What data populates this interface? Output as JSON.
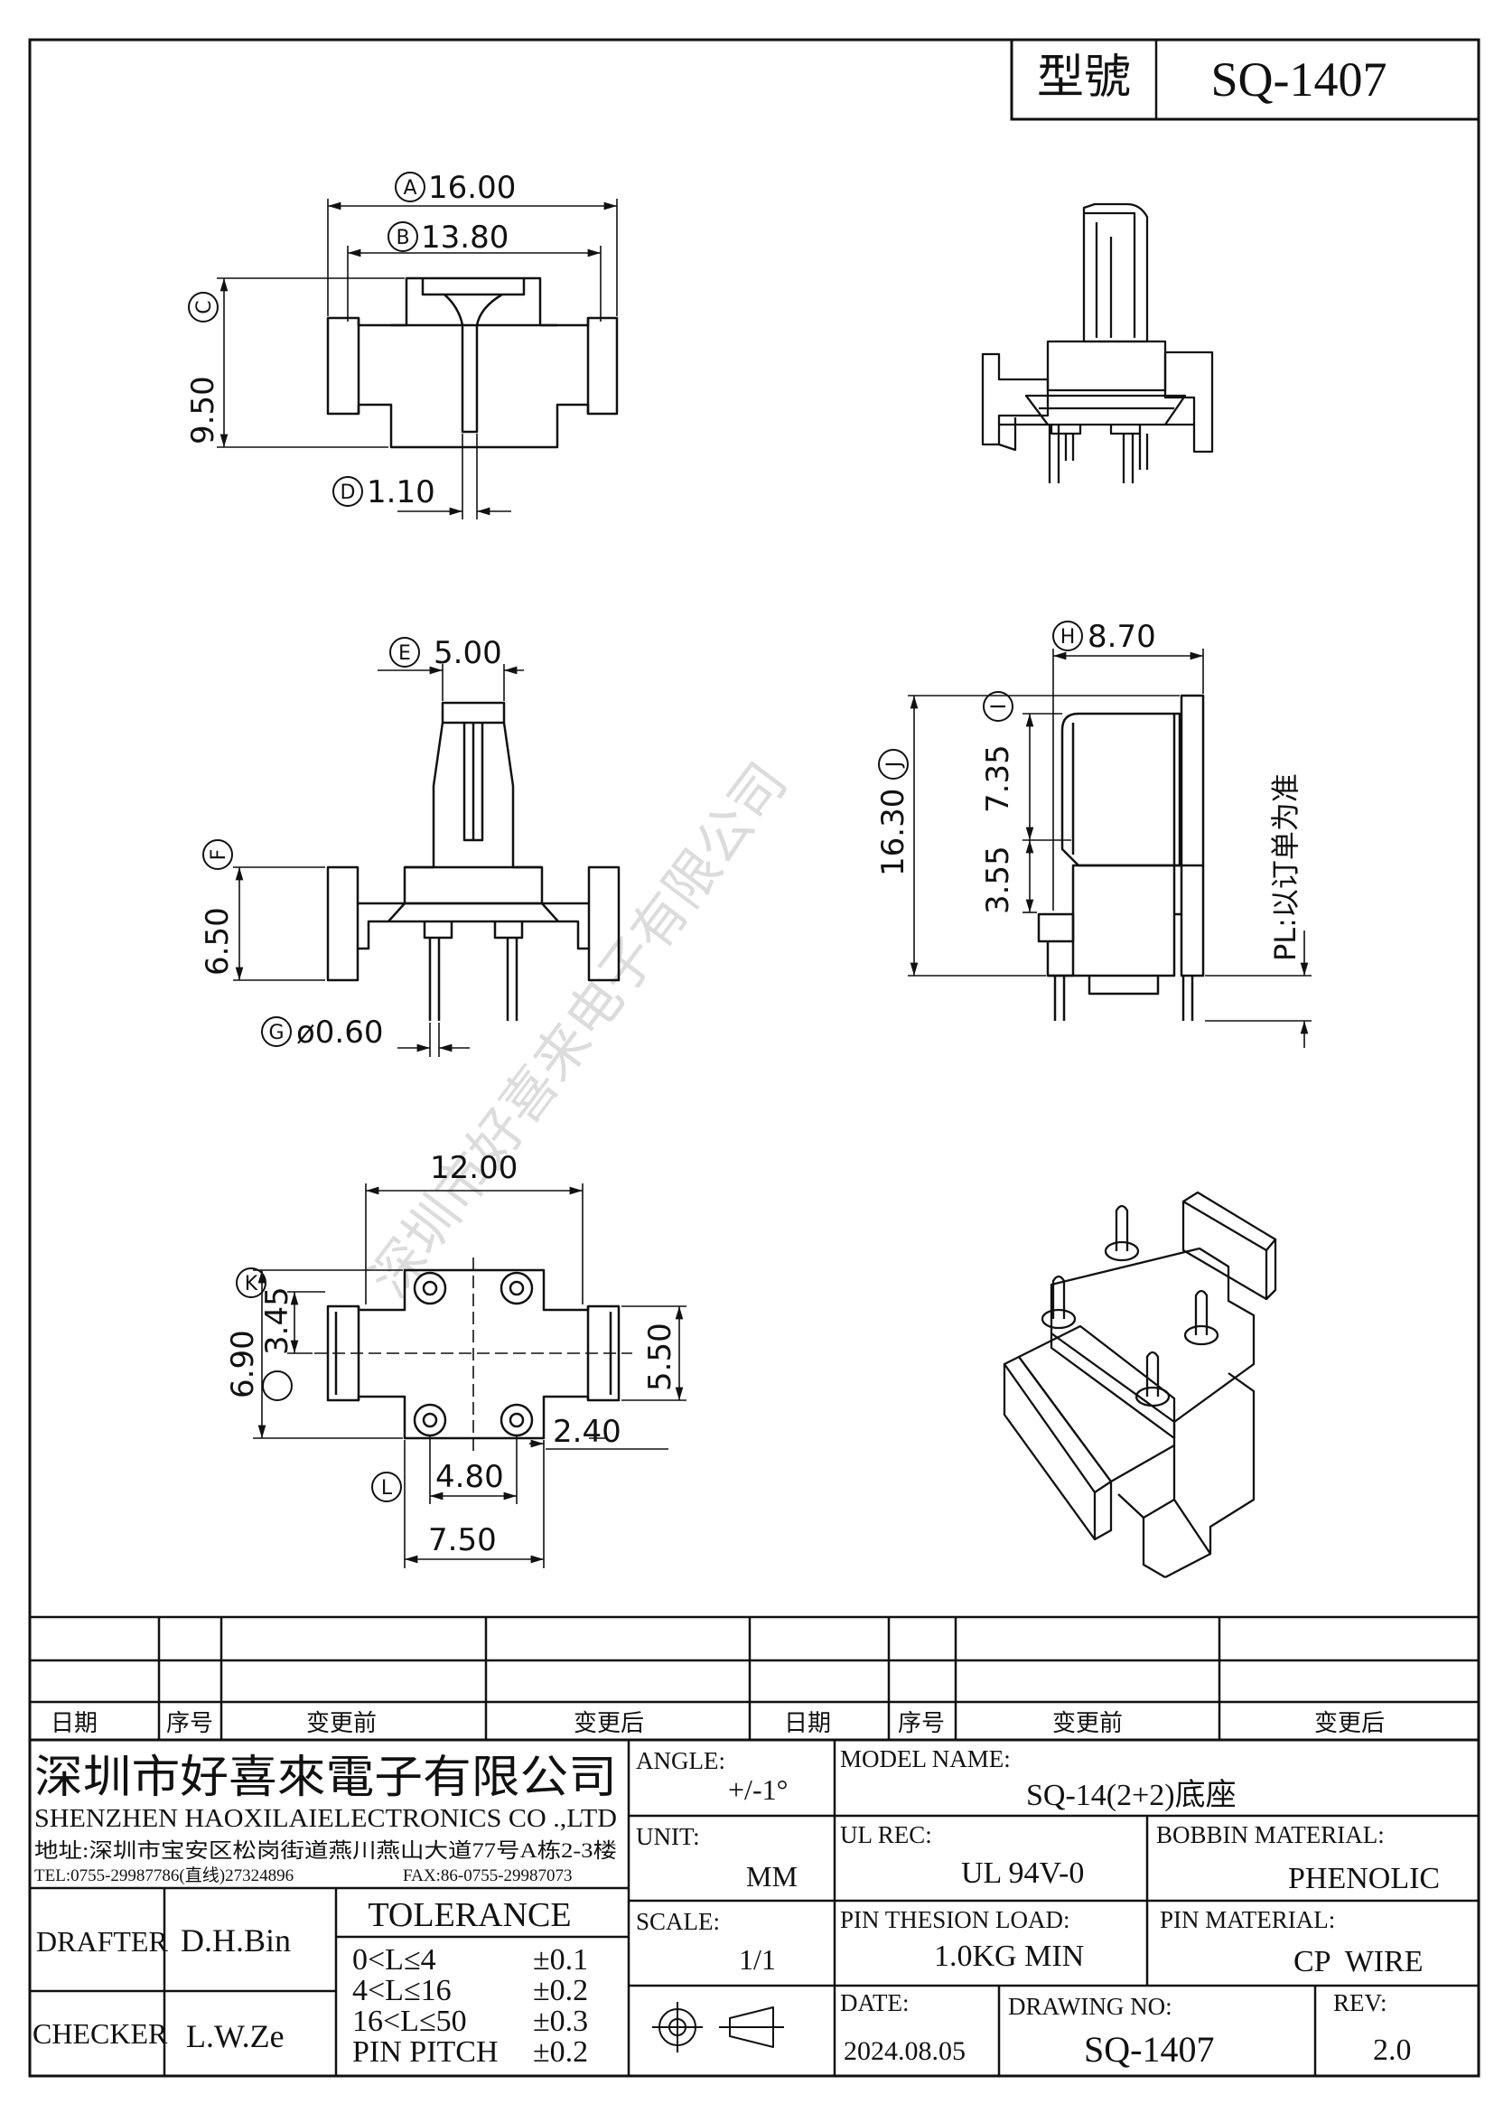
{
  "header": {
    "type_label": "型號",
    "model": "SQ-1407"
  },
  "dimensions": {
    "A": {
      "mark": "A",
      "value": "16.00"
    },
    "B": {
      "mark": "B",
      "value": "13.80"
    },
    "C": {
      "mark": "C",
      "value": "9.50"
    },
    "D": {
      "mark": "D",
      "value": "1.10"
    },
    "E": {
      "mark": "E",
      "value": "5.00"
    },
    "F": {
      "mark": "F",
      "value": "6.50"
    },
    "G": {
      "mark": "G",
      "value": "ø0.60"
    },
    "H": {
      "mark": "H",
      "value": "8.70"
    },
    "I": {
      "mark": "I",
      "value": "7.35"
    },
    "J": {
      "mark": "J",
      "value": "16.30"
    },
    "K": {
      "mark": "K",
      "value": "3.45"
    },
    "L": {
      "mark": "L",
      "value": "4.80"
    },
    "plain": {
      "v1": "3.55",
      "v2": "12.00",
      "v3": "6.90",
      "v4": "5.50",
      "v5": "2.40",
      "v6": "7.50"
    }
  },
  "pl_note": "PL:以订单为准",
  "watermark": "深圳市好喜来电子有限公司",
  "revision_table": {
    "headers": [
      "日期",
      "序号",
      "变更前",
      "变更后",
      "日期",
      "序号",
      "变更前",
      "变更后"
    ]
  },
  "company": {
    "name_cn": "深圳市好喜來電子有限公司",
    "name_en": "SHENZHEN HAOXILAIELECTRONICS CO .,LTD",
    "address": "地址:深圳市宝安区松岗街道燕川燕山大道77号A栋2-3楼",
    "tel": "TEL:0755-29987786(直线)27324896",
    "fax": "FAX:86-0755-29987073"
  },
  "people": {
    "drafter_label": "DRAFTER",
    "drafter": "D.H.Bin",
    "checker_label": "CHECKER",
    "checker": "L.W.Ze"
  },
  "tolerance": {
    "title": "TOLERANCE",
    "rows": [
      {
        "range": "0<L≤4",
        "tol": "±0.1"
      },
      {
        "range": "4<L≤16",
        "tol": "±0.2"
      },
      {
        "range": "16<L≤50",
        "tol": "±0.3"
      },
      {
        "range": "PIN PITCH",
        "tol": "±0.2"
      }
    ]
  },
  "spec": {
    "angle_label": "ANGLE:",
    "angle": "+/-1°",
    "unit_label": "UNIT:",
    "unit": "MM",
    "scale_label": "SCALE:",
    "scale": "1/1",
    "model_name_label": "MODEL NAME:",
    "model_name": "SQ-14(2+2)底座",
    "ul_rec_label": "UL REC:",
    "ul_rec": "UL 94V-0",
    "bobbin_material_label": "BOBBIN MATERIAL:",
    "bobbin_material": "PHENOLIC",
    "pin_load_label": "PIN THESION LOAD:",
    "pin_load": "1.0KG MIN",
    "pin_material_label": "PIN MATERIAL:",
    "pin_material": "CP  WIRE",
    "date_label": "DATE:",
    "date": "2024.08.05",
    "drawing_no_label": "DRAWING NO:",
    "drawing_no": "SQ-1407",
    "rev_label": "REV:",
    "rev": "2.0"
  }
}
